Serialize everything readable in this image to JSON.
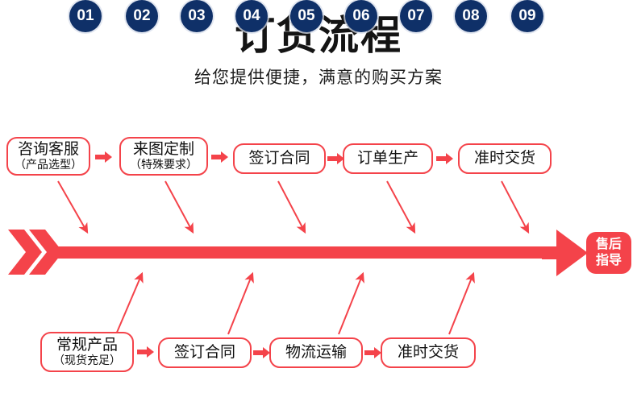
{
  "header": {
    "title": "订货流程",
    "subtitle": "给您提供便捷，满意的购买方案"
  },
  "colors": {
    "accent_red": "#F4434A",
    "navy": "#0F3068",
    "text": "#111111",
    "background": "#FFFFFF"
  },
  "top_row": {
    "boxes": [
      {
        "line1": "咨询客服",
        "line2": "（产品选型）"
      },
      {
        "line1": "来图定制",
        "line2": "（特殊要求）"
      },
      {
        "line1": "签订合同",
        "line2": ""
      },
      {
        "line1": "订单生产",
        "line2": ""
      },
      {
        "line1": "准时交货",
        "line2": ""
      }
    ]
  },
  "bottom_row": {
    "boxes": [
      {
        "line1": "常规产品",
        "line2": "（现货充足）"
      },
      {
        "line1": "签订合同",
        "line2": ""
      },
      {
        "line1": "物流运输",
        "line2": ""
      },
      {
        "line1": "准时交货",
        "line2": ""
      }
    ]
  },
  "timeline": {
    "steps": [
      {
        "number": "01"
      },
      {
        "number": "02"
      },
      {
        "number": "03"
      },
      {
        "number": "04"
      },
      {
        "number": "05"
      },
      {
        "number": "06"
      },
      {
        "number": "07"
      },
      {
        "number": "08"
      },
      {
        "number": "09"
      }
    ],
    "end_badge": {
      "line1": "售后",
      "line2": "指导"
    }
  }
}
